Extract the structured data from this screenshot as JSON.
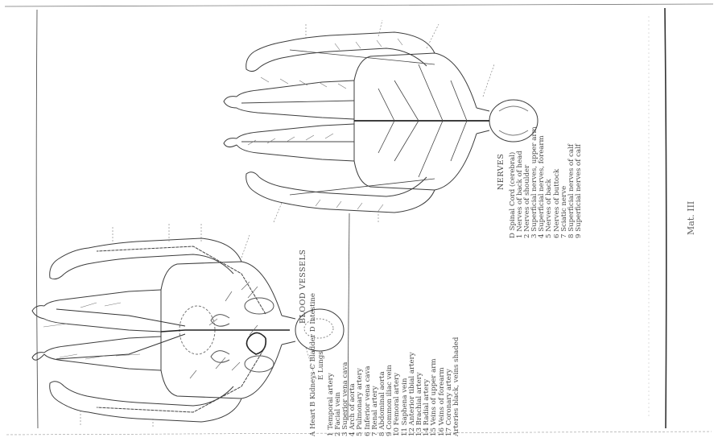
{
  "plate_number": "Mat. III",
  "blood_vessels": {
    "heading": "BLOOD VESSELS",
    "organs_line_1": "A Heart  B Kidneys  C Bladder  D Intestine",
    "organs_line_2": "E Lungs",
    "items": [
      "1 Temporal artery",
      "2 Facial vein",
      "3 Superior vena cava",
      "4 Arch of aorta",
      "5 Pulmonary artery",
      "6 Inferior vena cava",
      "7 Renal artery",
      "8 Abdominal aorta",
      "9 Common iliac vein",
      "10 Femoral artery",
      "11 Saphena vein",
      "12 Anterior tibial artery",
      "13 Brachial artery",
      "14 Radial artery",
      "15 Veins of upper arm",
      "16 Veins of forearm",
      "17 Coronary artery",
      "Arteries black, veins shaded"
    ]
  },
  "nerves": {
    "heading": "NERVES",
    "items": [
      "D Spinal Cord (cerebral)",
      "1 Nerves of back of head",
      "2 Nerves of shoulder",
      "3 Superficial nerves, upper arm",
      "4 Superficial nerves, forearm",
      "5 Nerves of back",
      "6 Nerves of buttock",
      "7 Sciatic nerve",
      "8 Superficial nerves of calf",
      "9 Superficial nerves of calf"
    ]
  }
}
